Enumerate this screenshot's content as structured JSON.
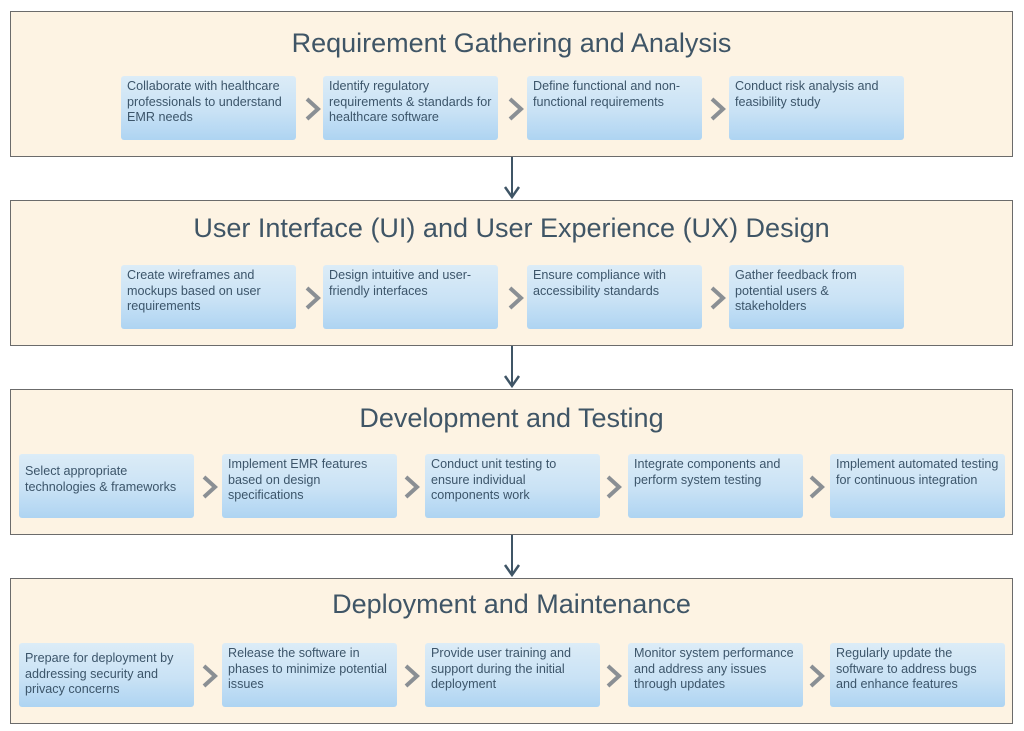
{
  "phases": [
    {
      "title": "Requirement Gathering and Analysis",
      "steps": [
        "Collaborate with healthcare professionals to understand EMR needs",
        "Identify regulatory requirements & standards for healthcare software",
        "Define functional and non-functional requirements",
        "Conduct risk analysis and feasibility study"
      ]
    },
    {
      "title": "User Interface (UI) and User Experience (UX) Design",
      "steps": [
        "Create wireframes and mockups based on user requirements",
        "Design intuitive and user-friendly interfaces",
        "Ensure compliance with accessibility standards",
        "Gather feedback from potential users & stakeholders"
      ]
    },
    {
      "title": "Development and Testing",
      "steps": [
        "Select appropriate technologies & frameworks",
        "Implement EMR features based on design specifications",
        "Conduct unit testing to ensure individual components work",
        "Integrate components and perform system testing",
        "Implement automated testing for continuous integration"
      ]
    },
    {
      "title": "Deployment and Maintenance",
      "steps": [
        "Prepare for deployment by addressing security and privacy concerns",
        "Release the software in phases to minimize potential issues",
        "Provide user training and support during the initial deployment",
        "Monitor system performance and address any issues through updates",
        "Regularly update the software to address bugs and enhance features"
      ]
    }
  ],
  "colors": {
    "phase_background": "#fdf3e3",
    "phase_border": "#6b6b6b",
    "title_text": "#3f5566",
    "step_text": "#3c556a",
    "step_fill_top": "#dcecf7",
    "step_fill_bottom": "#aed4f2",
    "chevron": "#8a8f94",
    "arrow": "#3f5566"
  },
  "icons": {
    "step_separator": "chevron-right-icon",
    "phase_connector": "arrow-down-icon"
  }
}
